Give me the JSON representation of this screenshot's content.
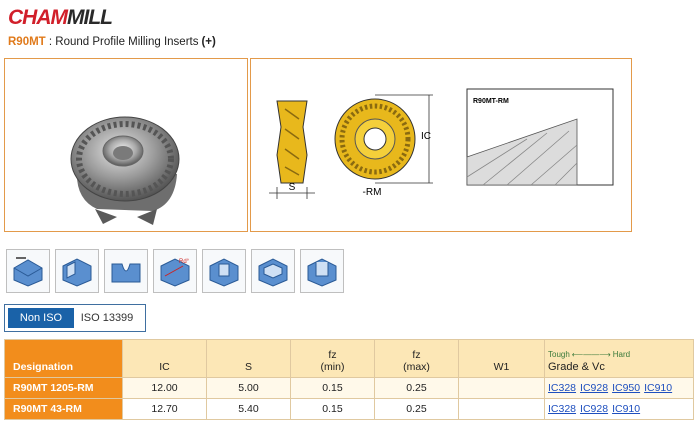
{
  "brand": {
    "logo_part1": "CHAM",
    "logo_part2": "MILL"
  },
  "header": {
    "code": "R90MT",
    "separator": " : ",
    "title": "Round Profile Milling Inserts",
    "plus": "(+)"
  },
  "drawing": {
    "dim_ic": "IC",
    "dim_s": "S",
    "view_label": "-RM",
    "profile_label": "R90MT-RM"
  },
  "operation_icons": [
    "face-milling-icon",
    "square-shoulder-icon",
    "profiling-icon",
    "ramping-icon",
    "slotting-icon",
    "pocketing-icon",
    "plunging-icon"
  ],
  "ramp_label": "Rd°",
  "standard_toggle": {
    "active": "Non ISO",
    "inactive": "ISO 13399"
  },
  "table": {
    "headers": {
      "designation": "Designation",
      "ic": "IC",
      "s": "S",
      "fz_min_1": "fz",
      "fz_min_2": "(min)",
      "fz_max_1": "fz",
      "fz_max_2": "(max)",
      "w1": "W1",
      "tough": "Tough",
      "hard": "Hard",
      "grade": "Grade & Vc"
    },
    "rows": [
      {
        "designation": "R90MT 1205-RM",
        "ic": "12.00",
        "s": "5.00",
        "fz_min": "0.15",
        "fz_max": "0.25",
        "w1": "",
        "grades": [
          "IC328",
          "IC928",
          "IC950",
          "IC910"
        ]
      },
      {
        "designation": "R90MT 43-RM",
        "ic": "12.70",
        "s": "5.40",
        "fz_min": "0.15",
        "fz_max": "0.25",
        "w1": "",
        "grades": [
          "IC328",
          "IC928",
          "IC910"
        ]
      }
    ]
  },
  "colors": {
    "accent_orange": "#f28d1c",
    "brand_red": "#d11f2a",
    "insert_gold": "#e8b81c",
    "link_blue": "#1e4fbf"
  }
}
